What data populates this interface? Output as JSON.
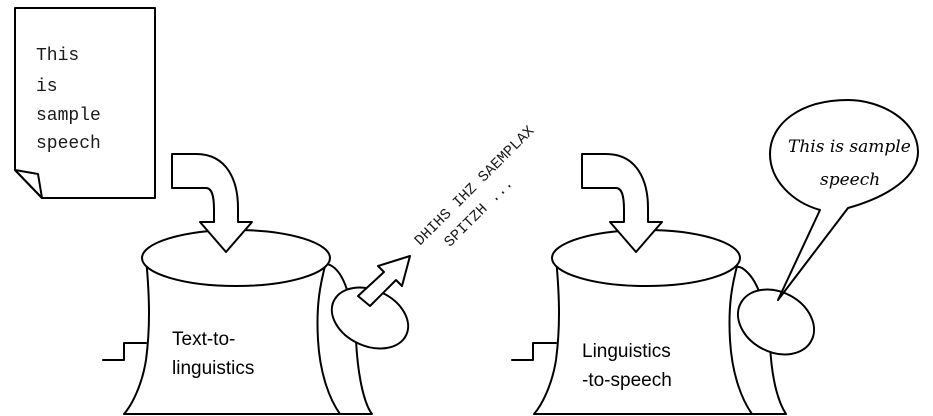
{
  "document": {
    "lines": [
      "This",
      "is",
      "sample",
      "speech"
    ]
  },
  "phonetic": {
    "line1": "DHIHS IHZ SAEMPLAX",
    "line2": "SPITZH ..."
  },
  "module1": {
    "label_line1": "Text-to-",
    "label_line2": "linguistics"
  },
  "module2": {
    "label_line1": "Linguistics",
    "label_line2": "-to-speech"
  },
  "speech_bubble": {
    "line1": "This is sample",
    "line2": "speech"
  }
}
